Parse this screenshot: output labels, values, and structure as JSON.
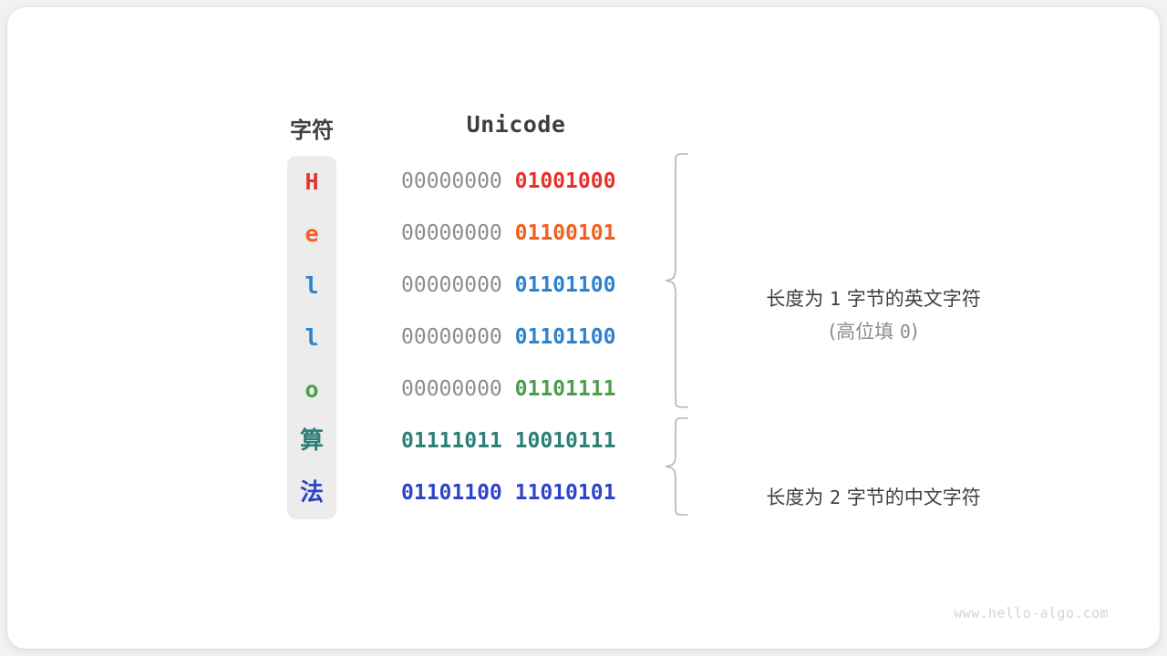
{
  "figure": {
    "watermark": "www.hello-algo.com",
    "columns": {
      "char_header": "字符",
      "unicode_header": "Unicode"
    },
    "colors": {
      "red": "#e8312a",
      "orange": "#f2601f",
      "blue": "#2e82cd",
      "green": "#4c9e4c",
      "teal": "#2d7f77",
      "indigo": "#2e44c8",
      "gray": "#8c8c8c",
      "dark": "#3f3f3f",
      "column_bg": "#ececec",
      "brace": "#b3b3b3",
      "watermark": "#d4d4d4"
    },
    "rows": [
      {
        "char": "H",
        "high": "00000000",
        "low": "01001000",
        "color": "#e8312a",
        "high_filled": false,
        "cjk": false
      },
      {
        "char": "e",
        "high": "00000000",
        "low": "01100101",
        "color": "#f2601f",
        "high_filled": false,
        "cjk": false
      },
      {
        "char": "l",
        "high": "00000000",
        "low": "01101100",
        "color": "#2e82cd",
        "high_filled": false,
        "cjk": false
      },
      {
        "char": "l",
        "high": "00000000",
        "low": "01101100",
        "color": "#2e82cd",
        "high_filled": false,
        "cjk": false
      },
      {
        "char": "o",
        "high": "00000000",
        "low": "01101111",
        "color": "#4c9e4c",
        "high_filled": false,
        "cjk": false
      },
      {
        "char": "算",
        "high": "01111011",
        "low": "10010111",
        "color": "#2d7f77",
        "high_filled": true,
        "cjk": true
      },
      {
        "char": "法",
        "high": "01101100",
        "low": "11010101",
        "color": "#2e44c8",
        "high_filled": true,
        "cjk": true
      }
    ],
    "annotations": {
      "group1_main_a": "长度为 ",
      "group1_main_n": "1",
      "group1_main_b": " 字节的英文字符",
      "group1_sub_a": "(高位填 ",
      "group1_sub_n": "0",
      "group1_sub_b": ")",
      "group2_main_a": "长度为 ",
      "group2_main_n": "2",
      "group2_main_b": " 字节的中文字符"
    }
  }
}
